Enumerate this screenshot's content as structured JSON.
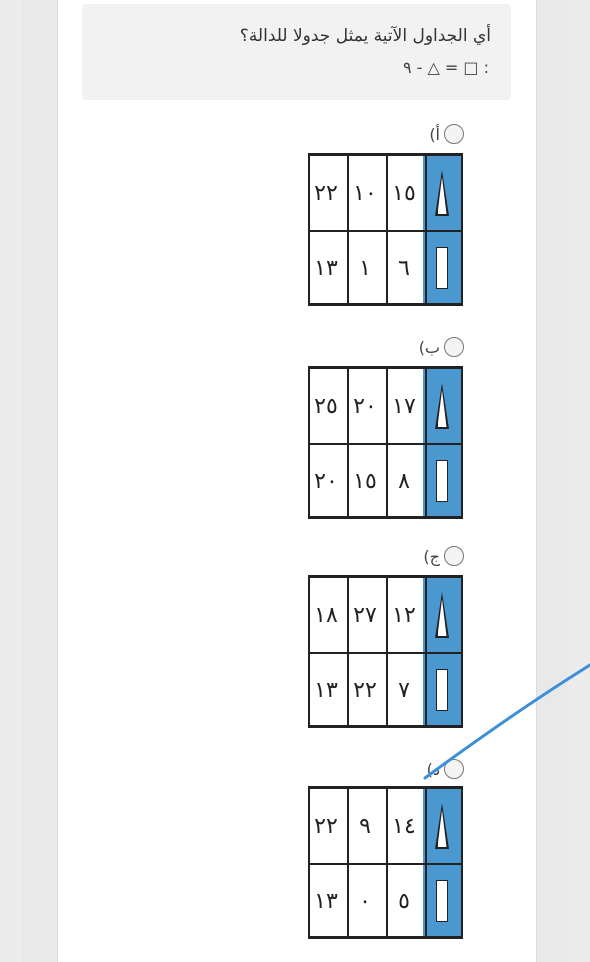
{
  "question": {
    "text": "أي الجداول الآتية يمثل جدولا للدالة؟",
    "equation": ": □ = △ - ٩"
  },
  "options": [
    {
      "label": "أ)",
      "top_values": [
        "١٥",
        "١٠",
        "٢٢"
      ],
      "bottom_values": [
        "٦",
        "١",
        "١٣"
      ]
    },
    {
      "label": "ب)",
      "top_values": [
        "١٧",
        "٢٠",
        "٢٥"
      ],
      "bottom_values": [
        "٨",
        "١٥",
        "٢٠"
      ]
    },
    {
      "label": "ج)",
      "top_values": [
        "١٢",
        "٢٧",
        "١٨"
      ],
      "bottom_values": [
        "٧",
        "٢٢",
        "١٣"
      ]
    },
    {
      "label": "د)",
      "top_values": [
        "١٤",
        "٩",
        "٢٢"
      ],
      "bottom_values": [
        "٥",
        "٠",
        "١٣"
      ]
    }
  ],
  "shape_icons": {
    "top": "triangle-icon",
    "bottom": "square-icon"
  },
  "colors": {
    "header_column": "#4a98cf",
    "annotation_line": "#3d8fd9"
  }
}
